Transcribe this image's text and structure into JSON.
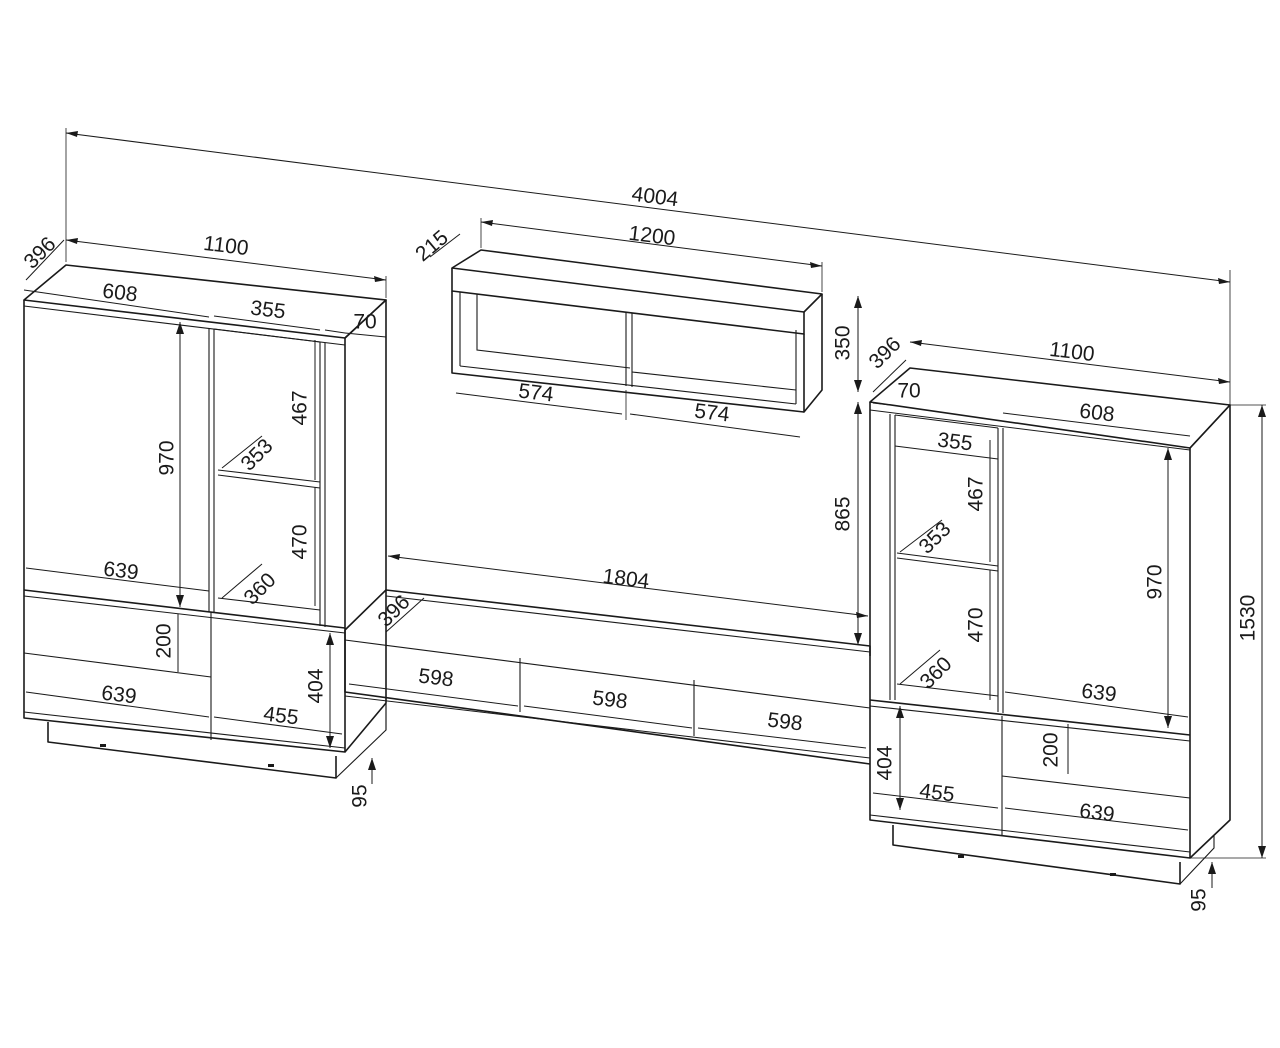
{
  "dimensions": {
    "overall_width": "4004",
    "left_cabinet": {
      "depth": "396",
      "width": "1100",
      "door_width": "608",
      "glass_section_width": "355",
      "side_panel_width": "70",
      "door_height": "970",
      "upper_shelf_height": "467",
      "lower_shelf_height": "470",
      "glass_shelf_depth": "353",
      "bottom_shelf_depth": "360",
      "drawer_width_top": "639",
      "drawer_height": "200",
      "drawer_width_bottom": "639",
      "lower_door_width": "455",
      "lower_door_height": "404",
      "plinth_height": "95"
    },
    "wall_shelf": {
      "depth": "215",
      "width": "1200",
      "height": "350",
      "left_compartment": "574",
      "right_compartment": "574"
    },
    "tv_stand": {
      "depth": "396",
      "width": "1804",
      "height": "865",
      "drawer_1": "598",
      "drawer_2": "598",
      "drawer_3": "598"
    },
    "right_cabinet": {
      "depth": "396",
      "width": "1100",
      "side_panel_width": "70",
      "door_width": "608",
      "glass_section_width": "355",
      "upper_shelf_height": "467",
      "glass_shelf_depth": "353",
      "door_height": "970",
      "lower_shelf_height": "470",
      "bottom_shelf_depth": "360",
      "drawer_width_top": "639",
      "drawer_height": "200",
      "lower_door_width": "455",
      "lower_door_height": "404",
      "drawer_width_bottom": "639",
      "total_height": "1530",
      "plinth_height": "95"
    }
  }
}
